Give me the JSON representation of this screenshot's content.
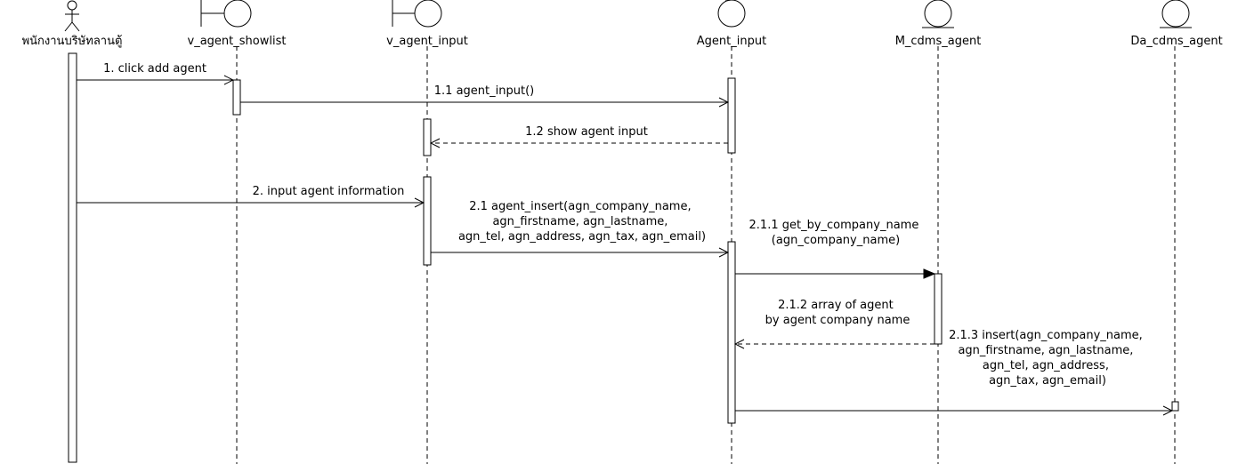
{
  "participants": [
    {
      "id": "actor",
      "name": "พนักงานบริษัทลานตู้",
      "type": "actor"
    },
    {
      "id": "showlist",
      "name": "v_agent_showlist",
      "type": "boundary"
    },
    {
      "id": "vinput",
      "name": "v_agent_input",
      "type": "boundary"
    },
    {
      "id": "ainput",
      "name": "Agent_input",
      "type": "control"
    },
    {
      "id": "mcdms",
      "name": "M_cdms_agent",
      "type": "entity"
    },
    {
      "id": "dacdms",
      "name": "Da_cdms_agent",
      "type": "entity"
    }
  ],
  "messages": [
    {
      "id": "m1",
      "lines": [
        "1. click add agent"
      ]
    },
    {
      "id": "m11",
      "lines": [
        "1.1 agent_input()"
      ]
    },
    {
      "id": "m12",
      "lines": [
        "1.2 show agent input"
      ]
    },
    {
      "id": "m2",
      "lines": [
        "2. input agent information"
      ]
    },
    {
      "id": "m21",
      "lines": [
        "2.1 agent_insert(agn_company_name,",
        "agn_firstname, agn_lastname,",
        "agn_tel, agn_address, agn_tax, agn_email)"
      ]
    },
    {
      "id": "m211",
      "lines": [
        "2.1.1 get_by_company_name",
        "(agn_company_name)"
      ]
    },
    {
      "id": "m212",
      "lines": [
        "2.1.2 array of agent",
        "by agent company name"
      ]
    },
    {
      "id": "m213",
      "lines": [
        "2.1.3 insert(agn_company_name,",
        "agn_firstname, agn_lastname,",
        "agn_tel, agn_address,",
        "agn_tax, agn_email)"
      ]
    }
  ]
}
